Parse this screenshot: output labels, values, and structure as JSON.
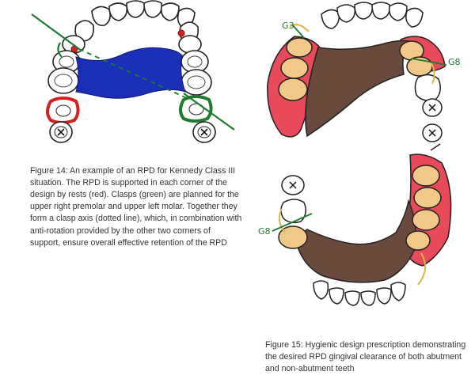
{
  "figure14": {
    "caption": "Figure 14: An example of an RPD for Kennedy Class III situation. The RPD is supported in each corner of the design by rests (red). Clasps (green) are planned for the upper right premolar and upper left molar. Together they form a clasp axis (dotted line), which, in combination with anti-rotation provided by the other two corners of support, ensure overall effective retention of the RPD",
    "colors": {
      "connector": "#1a2fb8",
      "rest": "#d42020",
      "clasp": "#1e7a2e",
      "tooth_outline": "#222222",
      "tooth_fill": "#ffffff"
    }
  },
  "figure15": {
    "caption": "Figure 15: Hygienic design prescription demonstrating the desired RPD gingival clearance of both abutment and non-abutment teeth",
    "labels": {
      "upper_left": "G3",
      "upper_right": "G8",
      "lower_left": "G8"
    },
    "colors": {
      "framework": "#6b4a3e",
      "flange": "#e84a5a",
      "abutment_tooth": "#f0c888",
      "clasp": "#d8b84a",
      "tooth_outline": "#222222"
    }
  },
  "icons": {
    "missing_tooth_mark": "x-mark-icon"
  }
}
